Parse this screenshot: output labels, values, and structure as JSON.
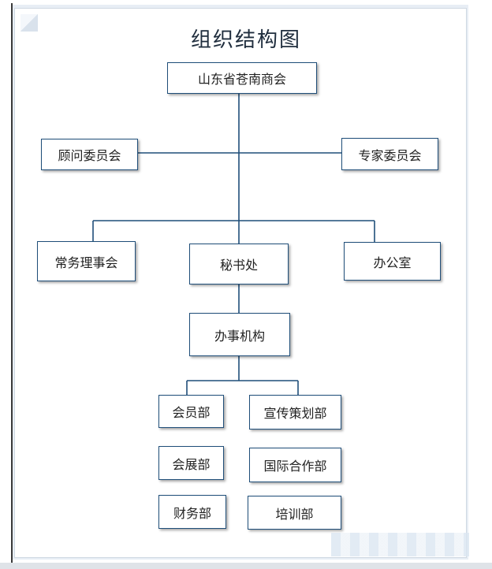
{
  "title": "组织结构图",
  "nodes": {
    "chamber": "山东省苍南商会",
    "advisory": "顾问委员会",
    "expert": "专家委员会",
    "standing": "常务理事会",
    "secretariat": "秘书处",
    "office": "办公室",
    "agency": "办事机构",
    "membership": "会员部",
    "publicity": "宣传策划部",
    "exhibition": "会展部",
    "international": "国际合作部",
    "finance": "财务部",
    "training": "培训部"
  },
  "colors": {
    "line": "#1f4e79",
    "box_border": "#1f4e79"
  }
}
